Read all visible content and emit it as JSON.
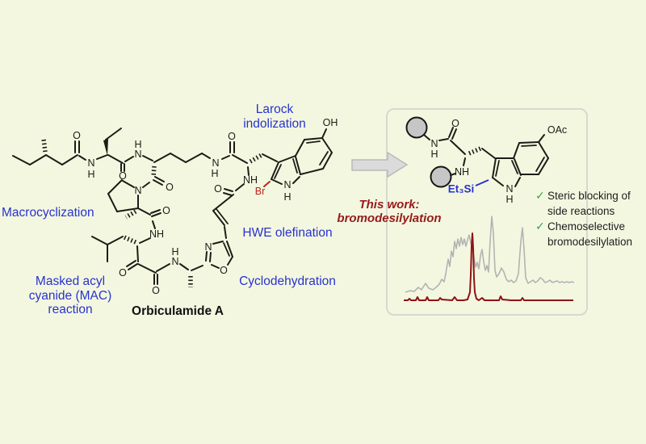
{
  "colors": {
    "background": "#f4f7e0",
    "annotation_blue": "#2733cd",
    "work_red": "#951b1b",
    "halide_red": "#b5271c",
    "check_green": "#35a14f",
    "spectrum_red": "#8c1412",
    "spectrum_gray": "#b3b3b3"
  },
  "left_molecule": {
    "compound_name": "Orbiculamide A",
    "annotations": {
      "larock": [
        "Larock",
        "indolization"
      ],
      "macrocyclization": "Macrocyclization",
      "mac": [
        "Masked acyl",
        "cyanide (MAC)",
        "reaction"
      ],
      "hwe": "HWE olefination",
      "cyclodehydration": "Cyclodehydration"
    },
    "atoms": {
      "o_amide1": "O",
      "n_amide1": "N",
      "h_amide1": "H",
      "o_amide2": "O",
      "h_amide2": "H",
      "n_amide2": "N",
      "o_pro_amide": "O",
      "n_proline": "N",
      "o_pro_co": "O",
      "nh_leu": "NH",
      "o_ketone": "O",
      "o_mac_amide": "O",
      "h_mac_nh": "H",
      "n_mac_nh": "N",
      "n_oxazole": "N",
      "o_oxazole": "O",
      "o_enamide": "O",
      "nh_trp": "NH",
      "n_side": "N",
      "h_side": "H",
      "o_trp_amide": "O",
      "br": "Br",
      "n_indole": "N",
      "h_indole": "H",
      "oh": "OH"
    }
  },
  "this_work": [
    "This work:",
    "bromodesilylation"
  ],
  "right_panel": {
    "atoms": {
      "n_amide": "N",
      "h_amide": "H",
      "o_amide": "O",
      "nh": "NH",
      "silyl": "Et₃Si",
      "n_indole": "N",
      "h_indole": "H",
      "oac": "OAc"
    },
    "checklist": [
      {
        "mark": "✓",
        "line1": "Steric blocking of",
        "line2": "side reactions"
      },
      {
        "mark": "✓",
        "line1": "Chemoselective",
        "line2": "bromodesilylation"
      }
    ]
  }
}
